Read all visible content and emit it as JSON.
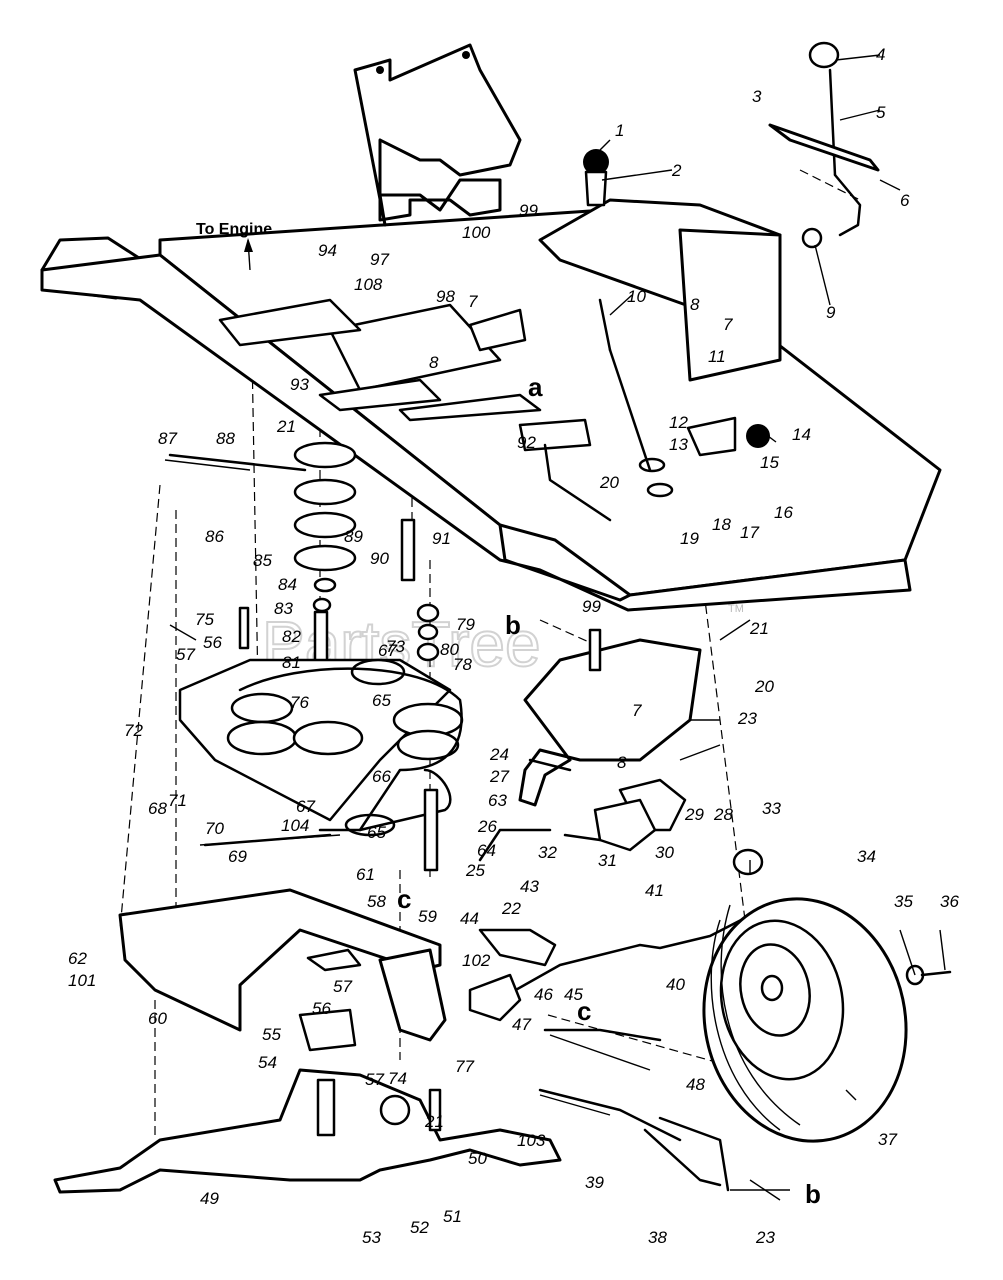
{
  "diagram": {
    "annotation": "To Engine",
    "watermark": "PartsTree",
    "trademark": "TM",
    "letter_labels": [
      "a",
      "b",
      "c",
      "c",
      "b"
    ],
    "part_numbers": [
      "1",
      "2",
      "3",
      "4",
      "5",
      "6",
      "7",
      "8",
      "9",
      "10",
      "11",
      "12",
      "13",
      "14",
      "15",
      "16",
      "17",
      "18",
      "19",
      "20",
      "21",
      "22",
      "23",
      "24",
      "25",
      "26",
      "27",
      "28",
      "29",
      "30",
      "31",
      "32",
      "33",
      "34",
      "35",
      "36",
      "37",
      "38",
      "39",
      "40",
      "41",
      "43",
      "44",
      "45",
      "46",
      "47",
      "48",
      "49",
      "50",
      "51",
      "52",
      "53",
      "54",
      "55",
      "56",
      "57",
      "58",
      "59",
      "60",
      "61",
      "62",
      "63",
      "64",
      "65",
      "66",
      "67",
      "68",
      "69",
      "70",
      "71",
      "72",
      "73",
      "74",
      "75",
      "76",
      "77",
      "78",
      "79",
      "80",
      "81",
      "82",
      "83",
      "84",
      "85",
      "86",
      "87",
      "88",
      "89",
      "90",
      "91",
      "92",
      "93",
      "94",
      "97",
      "98",
      "99",
      "100",
      "101",
      "102",
      "103",
      "104",
      "108"
    ]
  },
  "labels": {
    "l1": "1",
    "l2": "2",
    "l3": "3",
    "l4": "4",
    "l5": "5",
    "l6": "6",
    "l7a": "7",
    "l7b": "7",
    "l7c": "7",
    "l8a": "8",
    "l8b": "8",
    "l8c": "8",
    "l9": "9",
    "l10": "10",
    "l11": "11",
    "l12": "12",
    "l13": "13",
    "l14": "14",
    "l15": "15",
    "l16": "16",
    "l17": "17",
    "l18": "18",
    "l19": "19",
    "l20a": "20",
    "l20b": "20",
    "l21a": "21",
    "l21b": "21",
    "l21c": "21",
    "l22": "22",
    "l23a": "23",
    "l23b": "23",
    "l24": "24",
    "l25": "25",
    "l26": "26",
    "l27": "27",
    "l28": "28",
    "l29": "29",
    "l30": "30",
    "l31": "31",
    "l32": "32",
    "l33": "33",
    "l34": "34",
    "l35": "35",
    "l36": "36",
    "l37": "37",
    "l38": "38",
    "l39": "39",
    "l40": "40",
    "l41": "41",
    "l43": "43",
    "l44": "44",
    "l45": "45",
    "l46": "46",
    "l47": "47",
    "l48": "48",
    "l49": "49",
    "l50": "50",
    "l51": "51",
    "l52": "52",
    "l53": "53",
    "l54": "54",
    "l55": "55",
    "l56a": "56",
    "l56b": "56",
    "l57a": "57",
    "l57b": "57",
    "l57c": "57",
    "l58": "58",
    "l59": "59",
    "l60": "60",
    "l61": "61",
    "l62": "62",
    "l63": "63",
    "l64": "64",
    "l65a": "65",
    "l65b": "65",
    "l66": "66",
    "l67a": "67",
    "l67b": "67",
    "l68": "68",
    "l69": "69",
    "l70": "70",
    "l71": "71",
    "l72": "72",
    "l73": "73",
    "l74": "74",
    "l75": "75",
    "l76": "76",
    "l77": "77",
    "l78": "78",
    "l79": "79",
    "l80": "80",
    "l81": "81",
    "l82": "82",
    "l83": "83",
    "l84": "84",
    "l85": "85",
    "l86": "86",
    "l87": "87",
    "l88": "88",
    "l89": "89",
    "l90": "90",
    "l91": "91",
    "l92": "92",
    "l93": "93",
    "l94": "94",
    "l97": "97",
    "l98": "98",
    "l99a": "99",
    "l99b": "99",
    "l100": "100",
    "l101": "101",
    "l102": "102",
    "l103": "103",
    "l104": "104",
    "l108": "108",
    "la": "a",
    "lb1": "b",
    "lb2": "b",
    "lc1": "c",
    "lc2": "c"
  }
}
